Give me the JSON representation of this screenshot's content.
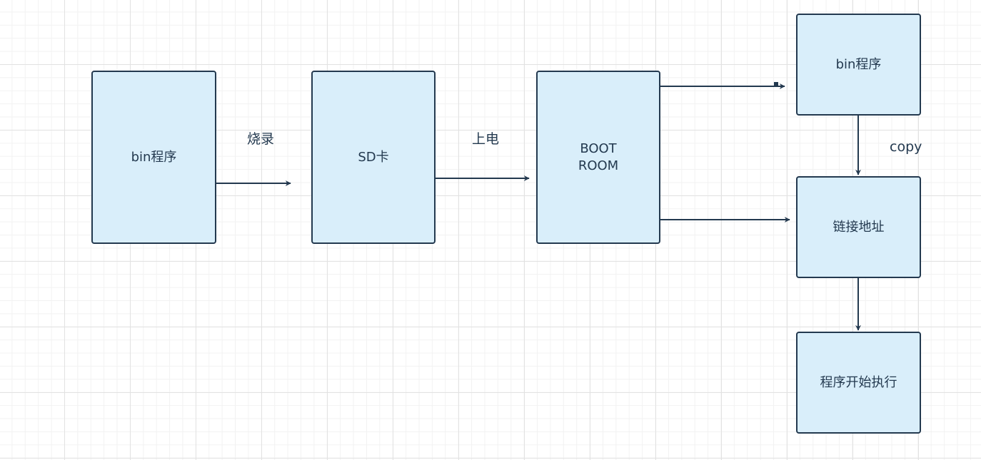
{
  "nodes": {
    "bin_left": "bin程序",
    "sd_card": "SD卡",
    "boot_room": "BOOT\nROOM",
    "bin_right": "bin程序",
    "link_address": "链接地址",
    "program_start": "程序开始执行"
  },
  "edge_labels": {
    "burn": "烧录",
    "power_on": "上电",
    "copy": "copy"
  },
  "colors": {
    "node_fill": "#d9eefa",
    "node_border": "#23394f",
    "edge": "#23394f"
  }
}
